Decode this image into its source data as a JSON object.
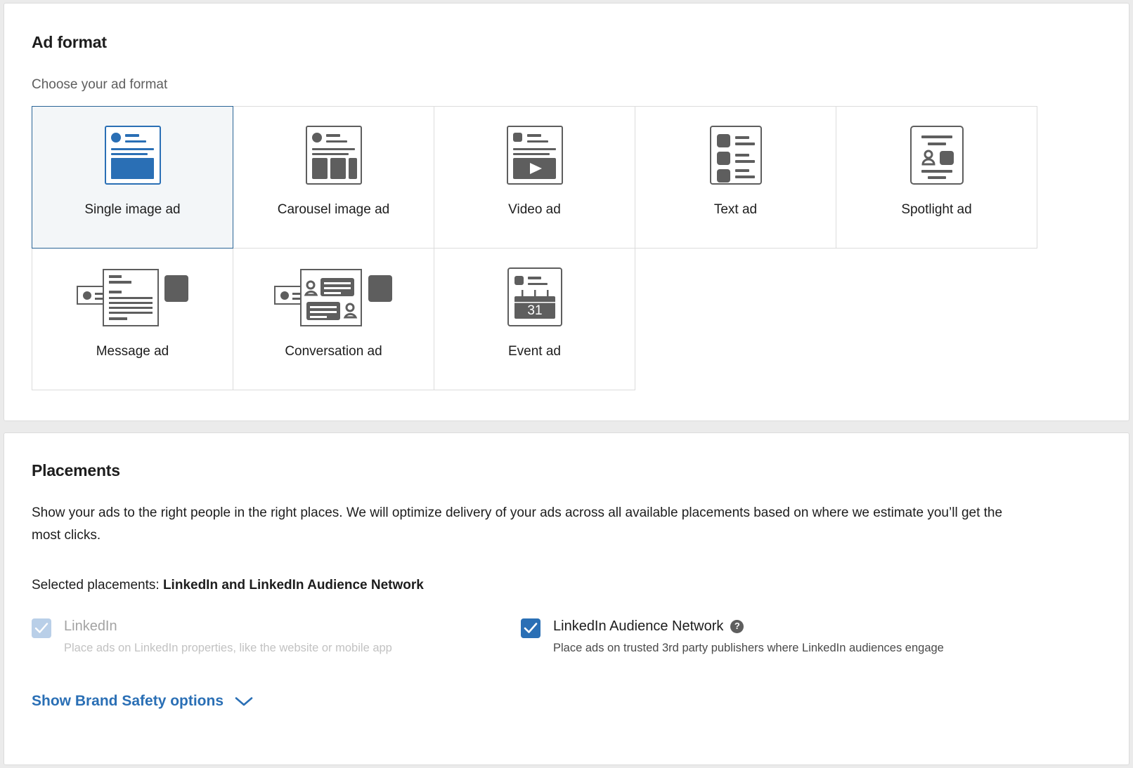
{
  "ad_format": {
    "title": "Ad format",
    "subtitle": "Choose your ad format",
    "options": [
      {
        "label": "Single image ad",
        "icon": "single-image-ad-icon",
        "selected": true
      },
      {
        "label": "Carousel image ad",
        "icon": "carousel-image-ad-icon",
        "selected": false
      },
      {
        "label": "Video ad",
        "icon": "video-ad-icon",
        "selected": false
      },
      {
        "label": "Text ad",
        "icon": "text-ad-icon",
        "selected": false
      },
      {
        "label": "Spotlight ad",
        "icon": "spotlight-ad-icon",
        "selected": false
      },
      {
        "label": "Message ad",
        "icon": "message-ad-icon",
        "selected": false
      },
      {
        "label": "Conversation ad",
        "icon": "conversation-ad-icon",
        "selected": false
      },
      {
        "label": "Event ad",
        "icon": "event-ad-icon",
        "selected": false,
        "badge": "31"
      }
    ]
  },
  "placements": {
    "title": "Placements",
    "description": "Show your ads to the right people in the right places. We will optimize delivery of your ads across all available placements based on where we estimate you’ll get the most clicks.",
    "selected_prefix": "Selected placements: ",
    "selected_value": "LinkedIn and LinkedIn Audience Network",
    "checkboxes": [
      {
        "label": "LinkedIn",
        "description": "Place ads on LinkedIn properties, like the website or mobile app",
        "checked": true,
        "disabled": true,
        "has_help_icon": false
      },
      {
        "label": "LinkedIn Audience Network",
        "description": "Place ads on trusted 3rd party publishers where LinkedIn audiences engage",
        "checked": true,
        "disabled": false,
        "has_help_icon": true,
        "help_icon": "help-circle-icon"
      }
    ],
    "brand_safety_link": "Show Brand Safety options",
    "brand_safety_chevron": "chevron-down-icon"
  },
  "colors": {
    "accent_blue": "#2a6fb5",
    "selected_border": "#2a6496",
    "selected_bg": "#f3f6f8",
    "icon_gray": "#5e5e5e",
    "muted": "#a3a3a3",
    "page_bg": "#ebebeb"
  }
}
